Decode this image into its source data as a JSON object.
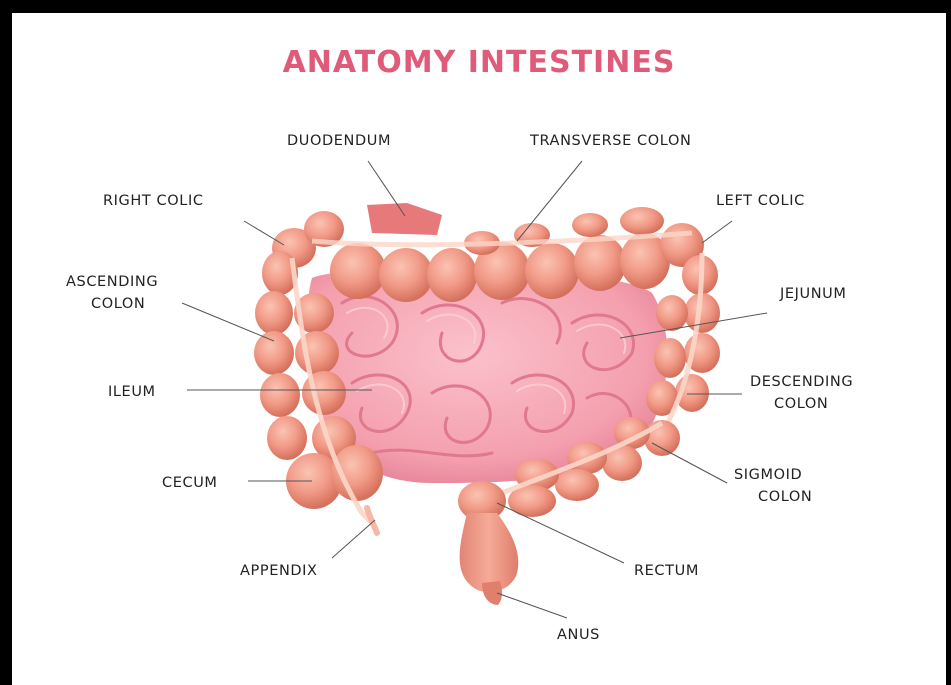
{
  "title": "ANATOMY INTESTINES",
  "colors": {
    "title": "#e05a7a",
    "colon_fill": "#f19a87",
    "colon_shade": "#d8735f",
    "small_intestine": "#f6a3b0",
    "small_intestine_shade": "#e07a90",
    "frame": "#000000"
  },
  "labels": {
    "duodendum": "DUODENDUM",
    "transverse_colon": "TRANSVERSE COLON",
    "right_colic": "RIGHT COLIC",
    "left_colic": "LEFT COLIC",
    "ascending_colon_1": "ASCENDING",
    "ascending_colon_2": "COLON",
    "jejunum": "JEJUNUM",
    "ileum": "ILEUM",
    "descending_colon_1": "DESCENDING",
    "descending_colon_2": "COLON",
    "cecum": "CECUM",
    "sigmoid_colon_1": "SIGMOID",
    "sigmoid_colon_2": "COLON",
    "appendix": "APPENDIX",
    "rectum": "RECTUM",
    "anus": "ANUS"
  }
}
